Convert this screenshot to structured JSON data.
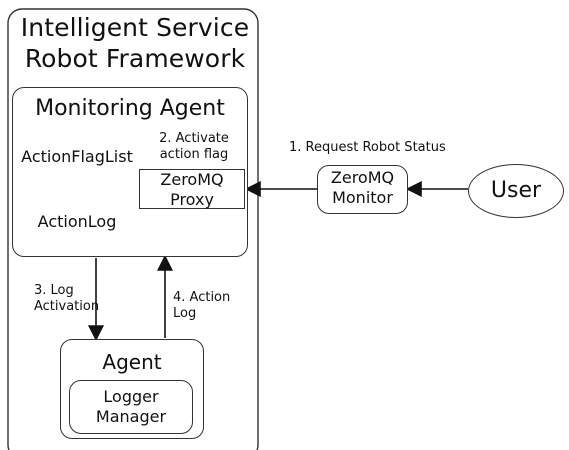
{
  "framework": {
    "title_line1": "Intelligent Service",
    "title_line2": "Robot Framework"
  },
  "monitoring_agent": {
    "title": "Monitoring Agent",
    "action_flag_list": "ActionFlagList",
    "action_log": "ActionLog",
    "zeromq_proxy_line1": "ZeroMQ",
    "zeromq_proxy_line2": "Proxy",
    "activate_label_line1": "2. Activate",
    "activate_label_line2": "action flag"
  },
  "agent": {
    "title": "Agent",
    "logger_manager_line1": "Logger",
    "logger_manager_line2": "Manager"
  },
  "external": {
    "zeromq_monitor_line1": "ZeroMQ",
    "zeromq_monitor_line2": "Monitor",
    "user": "User"
  },
  "flows": {
    "request_robot_status": "1. Request Robot Status",
    "log_activation_line1": "3. Log",
    "log_activation_line2": "Activation",
    "action_log_line1": "4. Action",
    "action_log_line2": "Log"
  }
}
